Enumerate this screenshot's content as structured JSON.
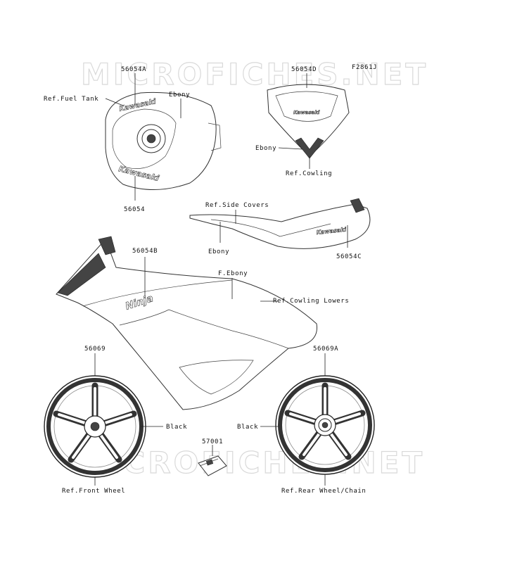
{
  "figure_code": "F2861J",
  "watermark": "MICROFICHES.NET",
  "decals": {
    "tank_top": "Kawasaki",
    "tank_side": "Kawasaki",
    "cowling": "Kawasaki",
    "fairing": "Ninja",
    "seat_cover": "Kawasaki"
  },
  "labels": {
    "p56054A": "56054A",
    "ref_fuel_tank": "Ref.Fuel Tank",
    "ebony_tank": "Ebony",
    "p56054": "56054",
    "p56054D": "56054D",
    "ebony_cowling": "Ebony",
    "ref_cowling": "Ref.Cowling",
    "ref_side_covers": "Ref.Side Covers",
    "ebony_side": "Ebony",
    "p56054C": "56054C",
    "p56054B": "56054B",
    "f_ebony": "F.Ebony",
    "ref_cowling_lowers": "Ref.Cowling Lowers",
    "p56069": "56069",
    "p56069A": "56069A",
    "black_front": "Black",
    "black_rear": "Black",
    "p57001": "57001",
    "ref_front_wheel": "Ref.Front Wheel",
    "ref_rear_wheel": "Ref.Rear Wheel/Chain"
  }
}
